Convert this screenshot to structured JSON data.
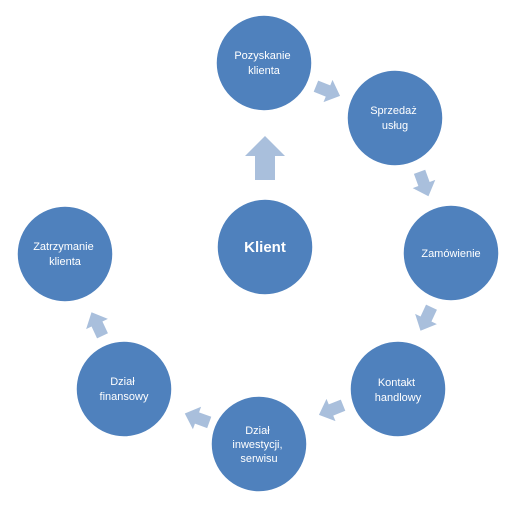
{
  "diagram": {
    "colors": {
      "node_fill": "#4f81bd",
      "arrow_fill": "#a9bfdc",
      "text": "#ffffff",
      "background": "#ffffff"
    },
    "center": {
      "label": "Klient"
    },
    "nodes": [
      {
        "id": "pozyskanie-klienta",
        "lines": [
          "Pozyskanie",
          "klienta"
        ]
      },
      {
        "id": "sprzedaz-uslug",
        "lines": [
          "Sprzedaż",
          "usług"
        ]
      },
      {
        "id": "zamowienie",
        "lines": [
          "Zamówienie"
        ]
      },
      {
        "id": "kontakt-handlowy",
        "lines": [
          "Kontakt",
          "handlowy"
        ]
      },
      {
        "id": "dzial-inwestycji-serwisu",
        "lines": [
          "Dział",
          "inwestycji,",
          "serwisu"
        ]
      },
      {
        "id": "dzial-finansowy",
        "lines": [
          "Dział",
          "finansowy"
        ]
      },
      {
        "id": "zatrzymanie-klienta",
        "lines": [
          "Zatrzymanie",
          "klienta"
        ]
      }
    ]
  }
}
